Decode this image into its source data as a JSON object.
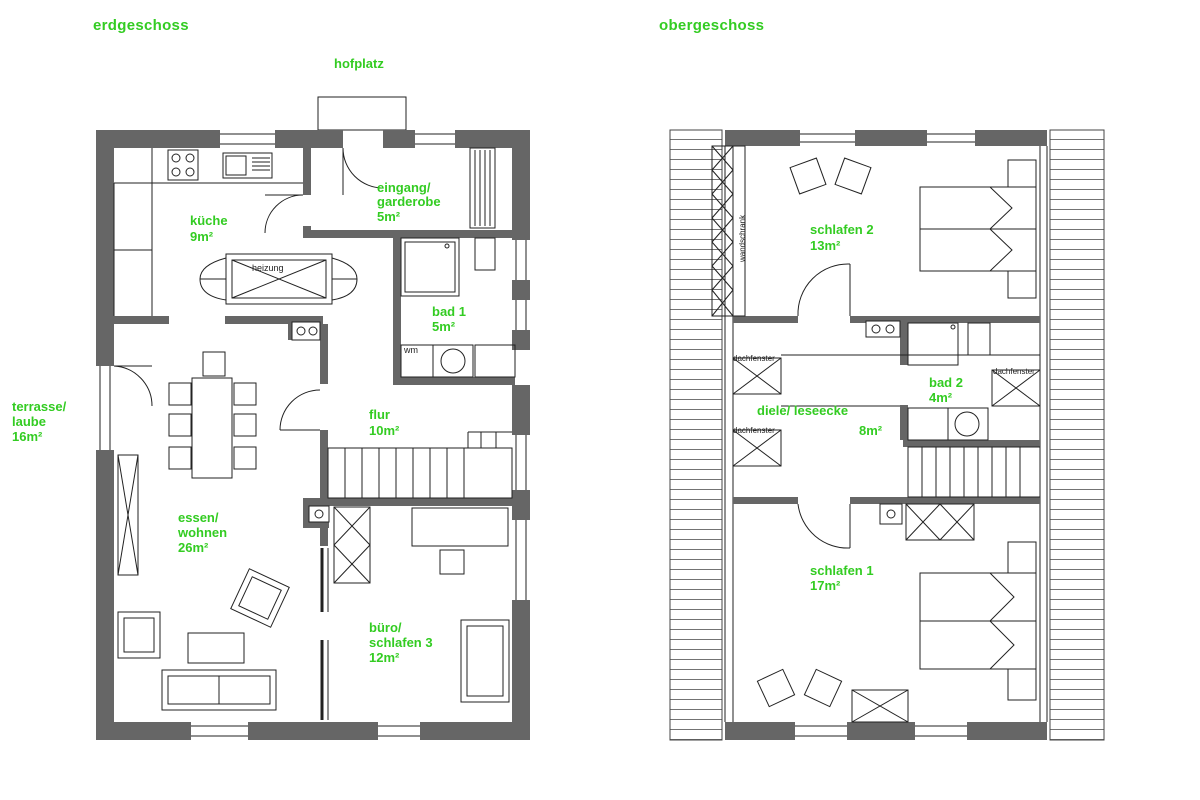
{
  "floors": {
    "ground": {
      "title": "erdgeschoss"
    },
    "upper": {
      "title": "obergeschoss"
    }
  },
  "ground_rooms": {
    "hofplatz": "hofplatz",
    "eingang_line1": "eingang/",
    "eingang_line2": "garderobe",
    "eingang_area": "5m²",
    "kueche_name": "küche",
    "kueche_area": "9m²",
    "heizung": "heizung",
    "bad1_name": "bad 1",
    "bad1_area": "5m²",
    "wm": "wm",
    "flur_name": "flur",
    "flur_area": "10m²",
    "terrasse_line1": "terrasse/",
    "terrasse_line2": "laube",
    "terrasse_area": "16m²",
    "essen_line1": "essen/",
    "essen_line2": "wohnen",
    "essen_area": "26m²",
    "buero_line1": "büro/",
    "buero_line2": "schlafen 3",
    "buero_area": "12m²"
  },
  "upper_rooms": {
    "schlafen2_name": "schlafen 2",
    "schlafen2_area": "13m²",
    "wandschrank": "wandschrank",
    "dachfenster_1": "dachfenster",
    "dachfenster_2": "dachfenster",
    "dachfenster_3": "dachfenster",
    "diele_name": "diele/ leseecke",
    "diele_area": "8m²",
    "bad2_name": "bad 2",
    "bad2_area": "4m²",
    "schlafen1_name": "schlafen 1",
    "schlafen1_area": "17m²"
  },
  "colors": {
    "label": "#33cc22",
    "wall": "#666666",
    "line": "#222222"
  }
}
